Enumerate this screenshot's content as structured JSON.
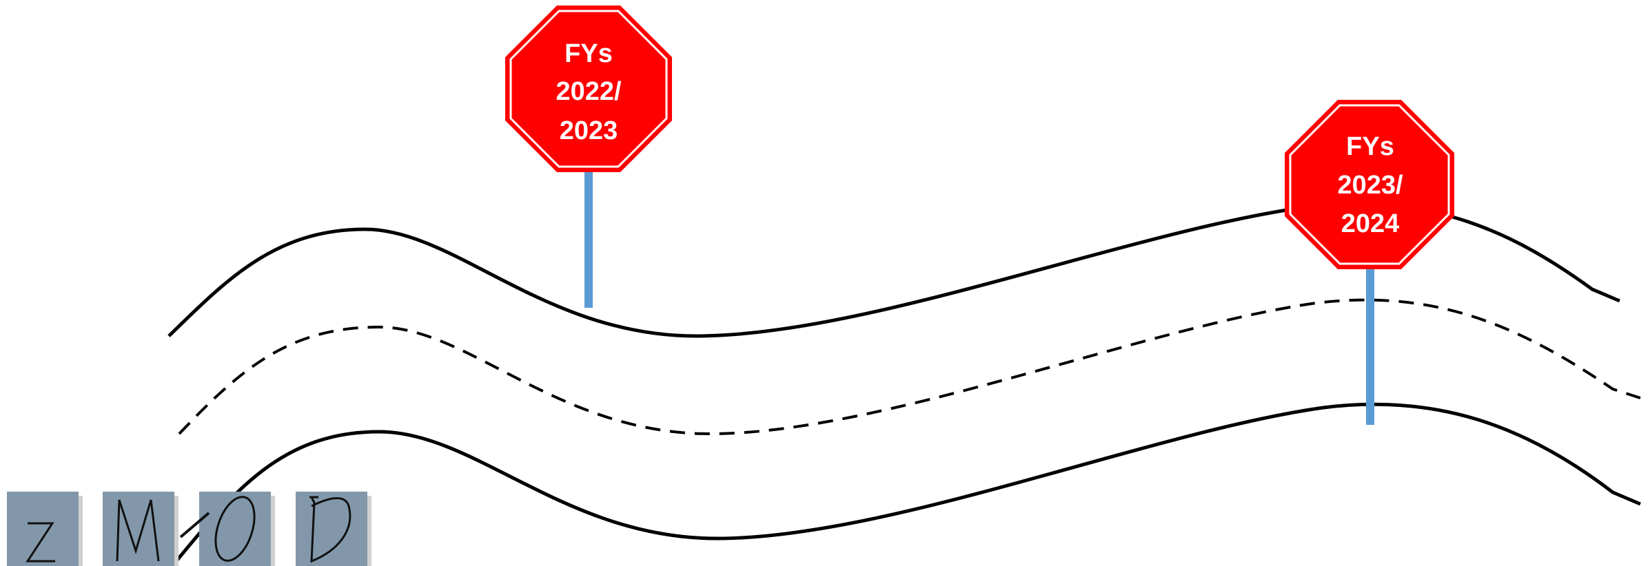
{
  "signs": [
    {
      "lines": [
        "FYs",
        "2022/",
        "2023"
      ]
    },
    {
      "lines": [
        "FYs",
        "2023/",
        "2024"
      ]
    }
  ],
  "logo": {
    "letters": [
      "Z",
      "M",
      "O",
      "D"
    ]
  },
  "colors": {
    "sign_fill": "#ff0000",
    "sign_border": "#ffffff",
    "pole": "#5b9bd5",
    "road": "#000000",
    "logo_tile": "#8298aa"
  }
}
